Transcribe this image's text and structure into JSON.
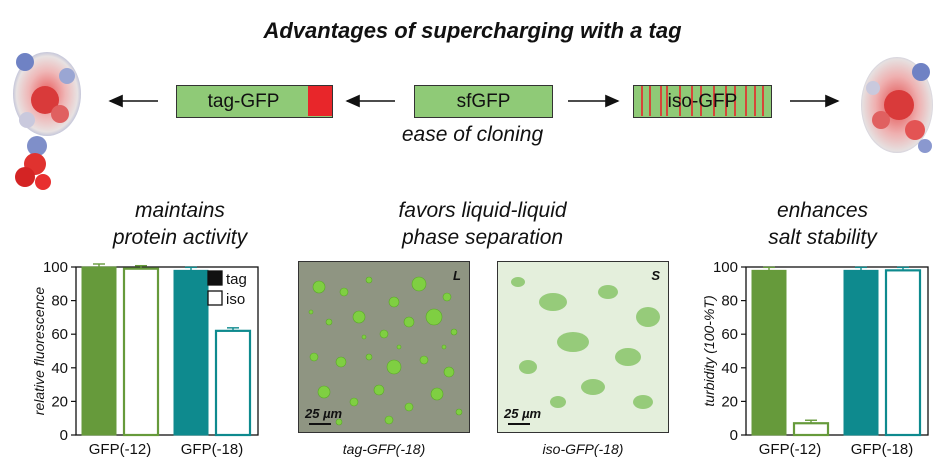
{
  "title": "Advantages of supercharging with a tag",
  "constructs": {
    "left": "tag-GFP",
    "center": "sfGFP",
    "right": "iso-GFP",
    "caption": "ease of cloning"
  },
  "colors": {
    "green": "#8fca77",
    "tag_red": "#e8262a",
    "dark_green": "#669a3b",
    "teal": "#0e8a8e"
  },
  "panels": {
    "activity": {
      "title_line1": "maintains",
      "title_line2": "protein activity"
    },
    "phase": {
      "title_line1": "favors liquid-liquid",
      "title_line2": "phase separation",
      "left_caption": "tag-GFP(-18)",
      "right_caption": "iso-GFP(-18)",
      "left_corner": "L",
      "right_corner": "S",
      "scale_label": "25 µm"
    },
    "salt": {
      "title_line1": "enhances",
      "title_line2": "salt stability"
    }
  },
  "chart_data": [
    {
      "type": "bar",
      "ylabel": "relative fluorescence",
      "ylim": [
        0,
        100
      ],
      "yticks": [
        0,
        20,
        40,
        60,
        80,
        100
      ],
      "groups": [
        "GFP(-12)",
        "GFP(-18)"
      ],
      "legend": [
        "tag",
        "iso"
      ],
      "series": [
        {
          "name": "tag",
          "values": [
            100,
            98
          ]
        },
        {
          "name": "iso",
          "values": [
            99,
            62
          ]
        }
      ]
    },
    {
      "type": "bar",
      "ylabel": "turbidity (100-%T)",
      "ylim": [
        0,
        100
      ],
      "yticks": [
        0,
        20,
        40,
        60,
        80,
        100
      ],
      "groups": [
        "GFP(-12)",
        "GFP(-18)"
      ],
      "series": [
        {
          "values": [
            98,
            98
          ]
        },
        {
          "values": [
            7,
            98
          ]
        }
      ]
    }
  ]
}
